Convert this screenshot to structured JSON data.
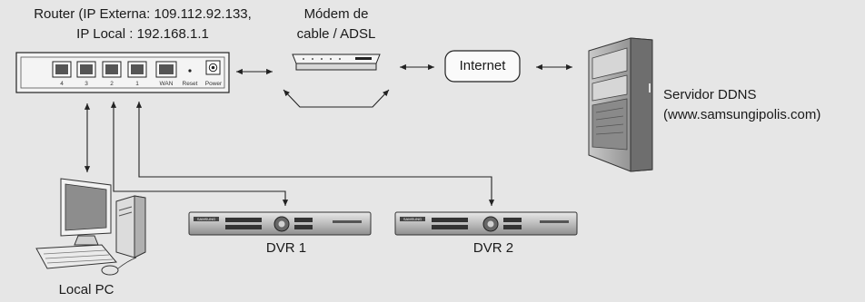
{
  "router": {
    "label_line1": "Router (IP Externa: 109.112.92.133,",
    "label_line2": "IP Local : 192.168.1.1",
    "ports": [
      "4",
      "3",
      "2",
      "1",
      "WAN",
      "Reset",
      "Power"
    ]
  },
  "modem": {
    "label_line1": "Módem de",
    "label_line2": "cable / ADSL"
  },
  "internet": {
    "label": "Internet"
  },
  "ddns": {
    "label_line1": "Servidor DDNS",
    "label_line2": "(www.samsungipolis.com)"
  },
  "dvr1": {
    "label": "DVR 1",
    "brand": "SAMSUNG"
  },
  "dvr2": {
    "label": "DVR 2",
    "brand": "SAMSUNG"
  },
  "pc": {
    "label": "Local PC"
  }
}
